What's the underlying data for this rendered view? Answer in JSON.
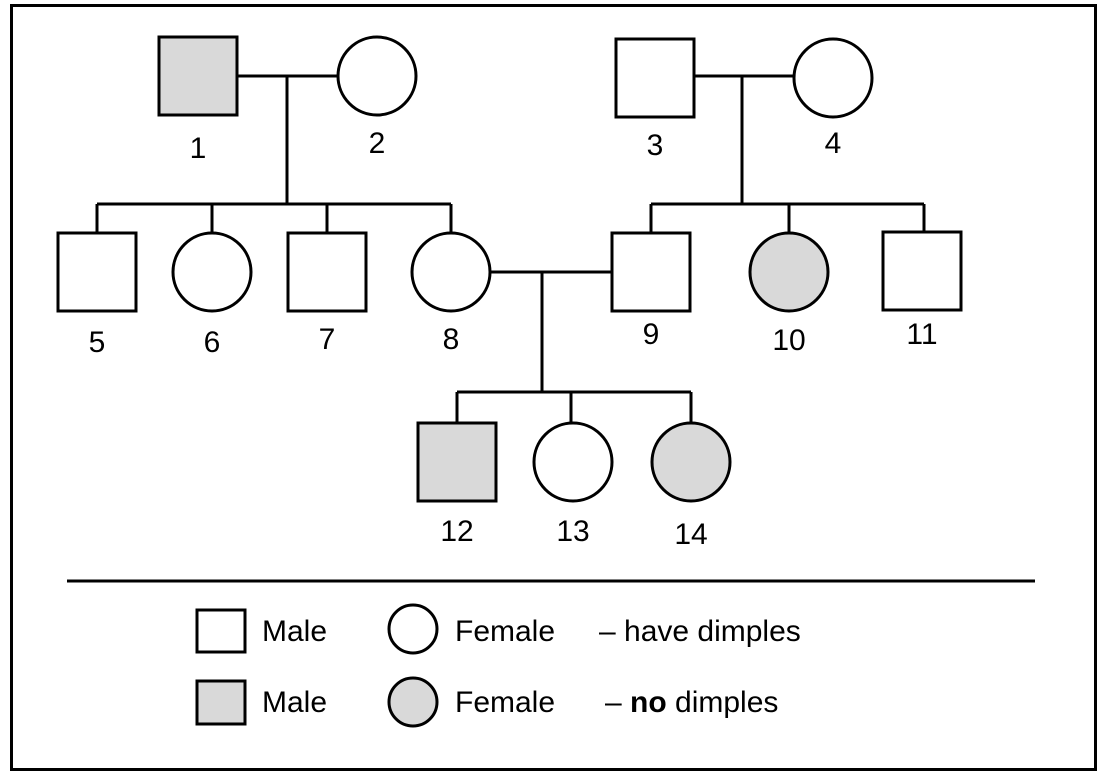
{
  "colors": {
    "affected": "#d9d9d9",
    "unaffected": "#ffffff",
    "line": "#000000"
  },
  "individuals": [
    {
      "id": "1",
      "sex": "male",
      "affected": true
    },
    {
      "id": "2",
      "sex": "female",
      "affected": false
    },
    {
      "id": "3",
      "sex": "male",
      "affected": false
    },
    {
      "id": "4",
      "sex": "female",
      "affected": false
    },
    {
      "id": "5",
      "sex": "male",
      "affected": false
    },
    {
      "id": "6",
      "sex": "female",
      "affected": false
    },
    {
      "id": "7",
      "sex": "male",
      "affected": false
    },
    {
      "id": "8",
      "sex": "female",
      "affected": false
    },
    {
      "id": "9",
      "sex": "male",
      "affected": false
    },
    {
      "id": "10",
      "sex": "female",
      "affected": true
    },
    {
      "id": "11",
      "sex": "male",
      "affected": false
    },
    {
      "id": "12",
      "sex": "male",
      "affected": true
    },
    {
      "id": "13",
      "sex": "female",
      "affected": false
    },
    {
      "id": "14",
      "sex": "female",
      "affected": true
    }
  ],
  "matings": [
    {
      "partners": [
        "1",
        "2"
      ],
      "children": [
        "5",
        "6",
        "7",
        "8"
      ]
    },
    {
      "partners": [
        "3",
        "4"
      ],
      "children": [
        "9",
        "10",
        "11"
      ]
    },
    {
      "partners": [
        "8",
        "9"
      ],
      "children": [
        "12",
        "13",
        "14"
      ]
    }
  ],
  "legend": {
    "row1": {
      "male_label": "Male",
      "female_label": "Female",
      "desc": "– have dimples",
      "affected": false
    },
    "row2": {
      "male_label": "Male",
      "female_label": "Female",
      "desc_dash": "–",
      "desc_bold": "no",
      "desc_rest": "dimples",
      "affected": true
    }
  }
}
